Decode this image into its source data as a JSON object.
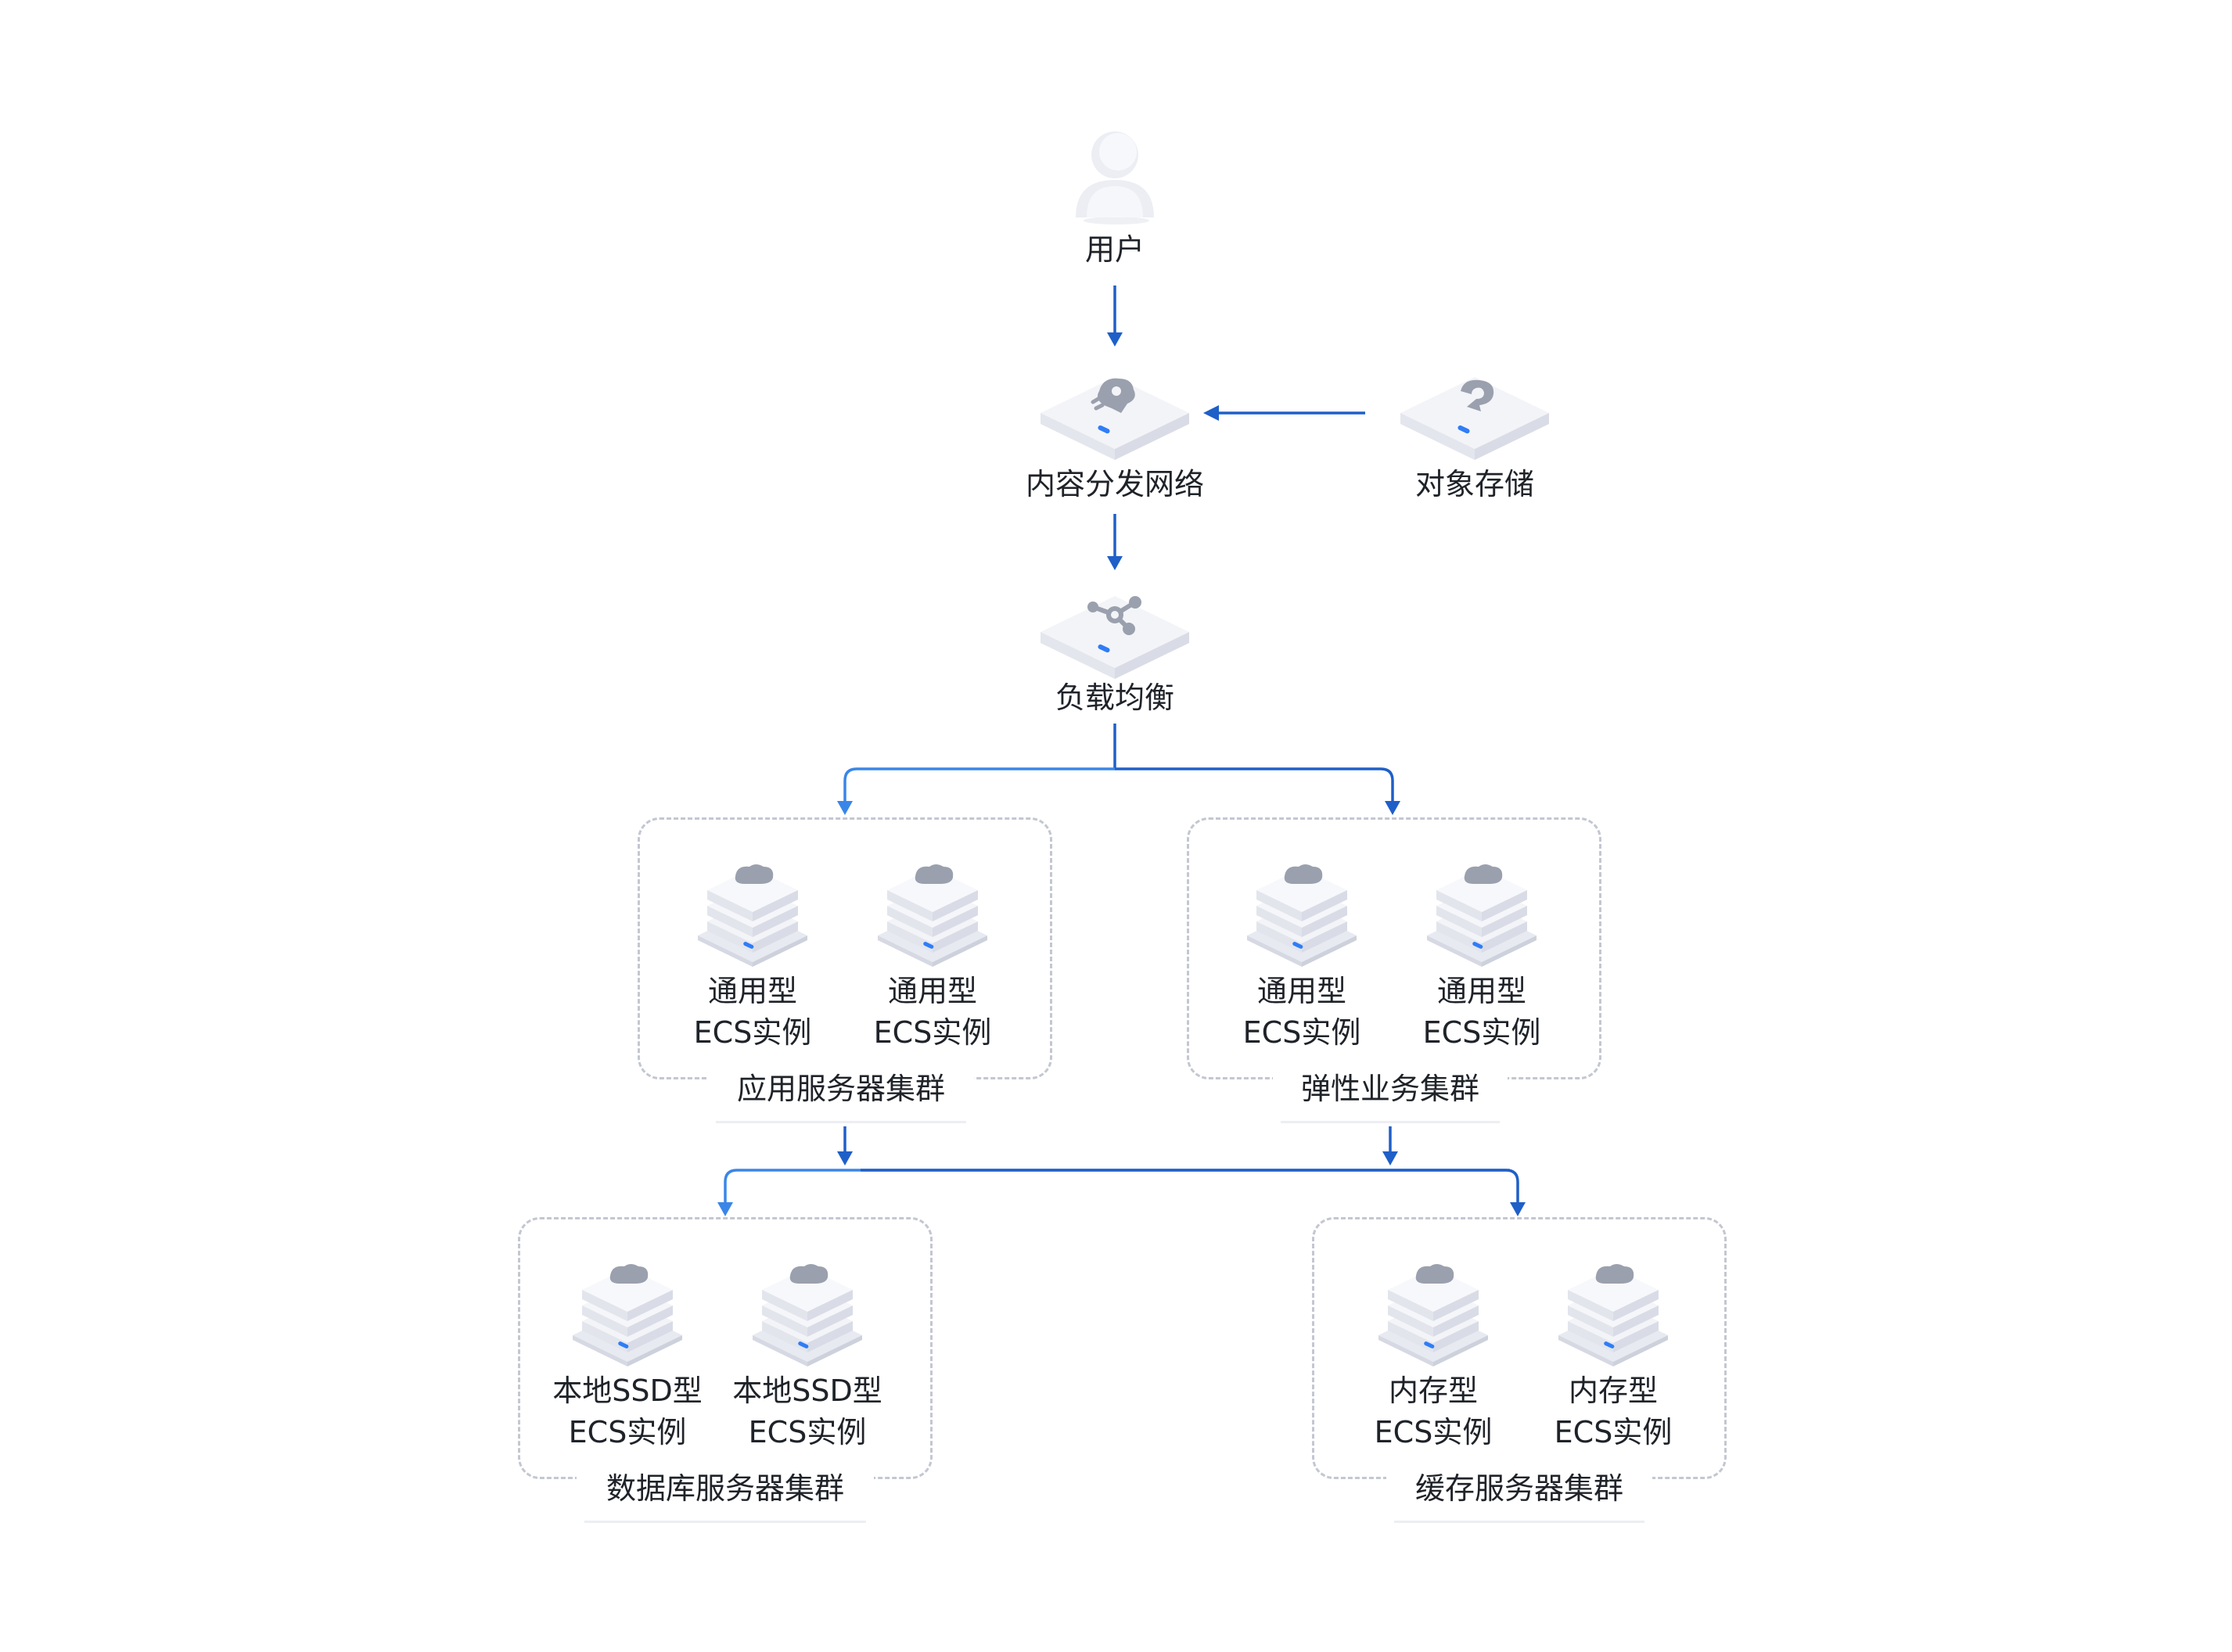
{
  "nodes": {
    "user": {
      "label": "用户",
      "icon": "user-icon"
    },
    "cdn": {
      "label": "内容分发网络",
      "icon": "cdn-icon"
    },
    "oss": {
      "label": "对象存储",
      "icon": "object-storage-icon"
    },
    "slb": {
      "label": "负载均衡",
      "icon": "load-balancer-icon"
    }
  },
  "clusters": {
    "app": {
      "title": "应用服务器集群",
      "servers": [
        {
          "line1": "通用型",
          "line2": "ECS实例"
        },
        {
          "line1": "通用型",
          "line2": "ECS实例"
        }
      ]
    },
    "elastic": {
      "title": "弹性业务集群",
      "servers": [
        {
          "line1": "通用型",
          "line2": "ECS实例"
        },
        {
          "line1": "通用型",
          "line2": "ECS实例"
        }
      ]
    },
    "db": {
      "title": "数据库服务器集群",
      "servers": [
        {
          "line1": "本地SSD型",
          "line2": "ECS实例"
        },
        {
          "line1": "本地SSD型",
          "line2": "ECS实例"
        }
      ]
    },
    "cache": {
      "title": "缓存服务器集群",
      "servers": [
        {
          "line1": "内存型",
          "line2": "ECS实例"
        },
        {
          "line1": "内存型",
          "line2": "ECS实例"
        }
      ]
    }
  },
  "colors": {
    "arrow": "#1f5fc8",
    "arrow_light": "#3a86e8",
    "dashed_border": "#c3c7d1",
    "icon_gray": "#9aa0ad",
    "device_face": "#eef0f6",
    "device_side": "#d9dce6",
    "indicator": "#2f7df6"
  }
}
